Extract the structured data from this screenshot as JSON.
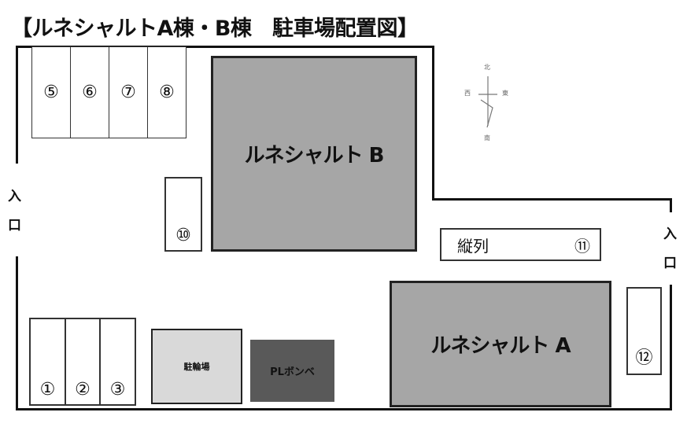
{
  "title": "【ルネシャルトA棟・B棟　駐車場配置図】",
  "buildings": {
    "b": "ルネシャルト B",
    "a": "ルネシャルト A"
  },
  "parking_slots": {
    "s1": "①",
    "s2": "②",
    "s3": "③",
    "s5": "⑤",
    "s6": "⑥",
    "s7": "⑦",
    "s8": "⑧",
    "s10": "⑩",
    "s11": "⑪",
    "s11_note": "縦列",
    "s12": "⑫"
  },
  "facilities": {
    "bicycle_parking": "駐輪場",
    "pl_cylinder": "PLボンベ"
  },
  "entrances": {
    "left": {
      "line1": "入",
      "line2": "口"
    },
    "right": {
      "line1": "入",
      "line2": "口"
    }
  },
  "compass": {
    "north": "北",
    "south": "南",
    "east": "東",
    "west": "西"
  },
  "colors": {
    "building": "#a6a6a6",
    "bicycle_parking": "#d9d9d9",
    "pl_cylinder": "#595959"
  }
}
